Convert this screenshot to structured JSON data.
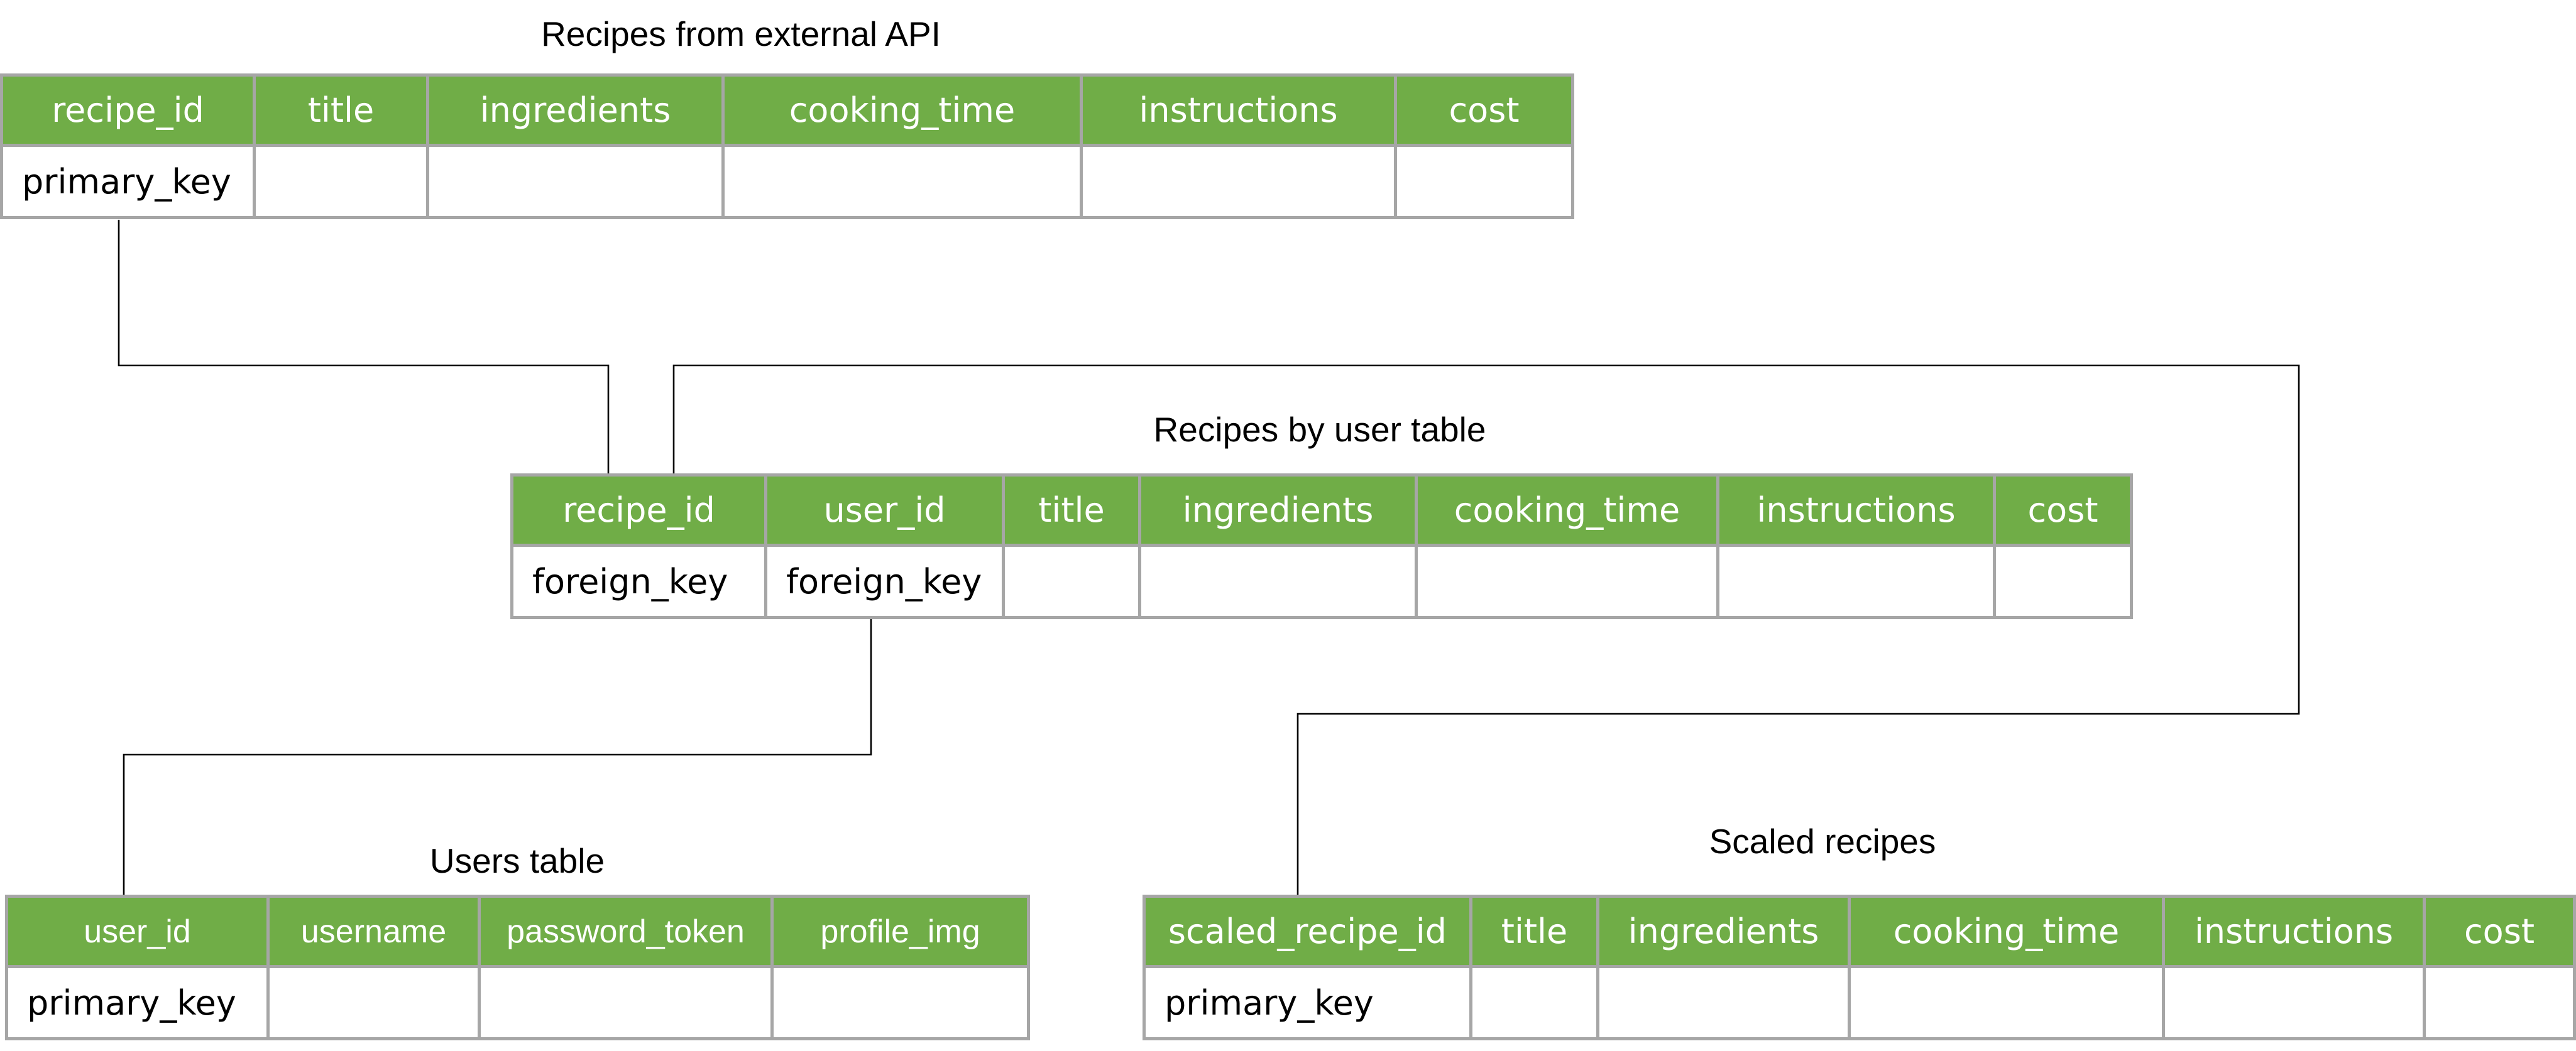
{
  "tables": {
    "external_recipes": {
      "title": "Recipes from external API",
      "columns": [
        "recipe_id",
        "title",
        "ingredients",
        "cooking_time",
        "instructions",
        "cost"
      ],
      "row": [
        "primary_key",
        "",
        "",
        "",
        "",
        ""
      ]
    },
    "user_recipes": {
      "title": "Recipes by user table",
      "columns": [
        "recipe_id",
        "user_id",
        "title",
        "ingredients",
        "cooking_time",
        "instructions",
        "cost"
      ],
      "row": [
        "foreign_key",
        "foreign_key",
        "",
        "",
        "",
        "",
        ""
      ]
    },
    "users": {
      "title": "Users table",
      "columns": [
        "user_id",
        "username",
        "password_token",
        "profile_img"
      ],
      "row": [
        "primary_key",
        "",
        "",
        ""
      ]
    },
    "scaled_recipes": {
      "title": "Scaled recipes",
      "columns": [
        "scaled_recipe_id",
        "title",
        "ingredients",
        "cooking_time",
        "instructions",
        "cost"
      ],
      "row": [
        "primary_key",
        "",
        "",
        "",
        "",
        ""
      ]
    }
  },
  "colors": {
    "header_fill": "#70ad47",
    "header_text": "#ffffff",
    "border": "#a6a6a6",
    "connector": "#000000",
    "background": "#ffffff"
  }
}
